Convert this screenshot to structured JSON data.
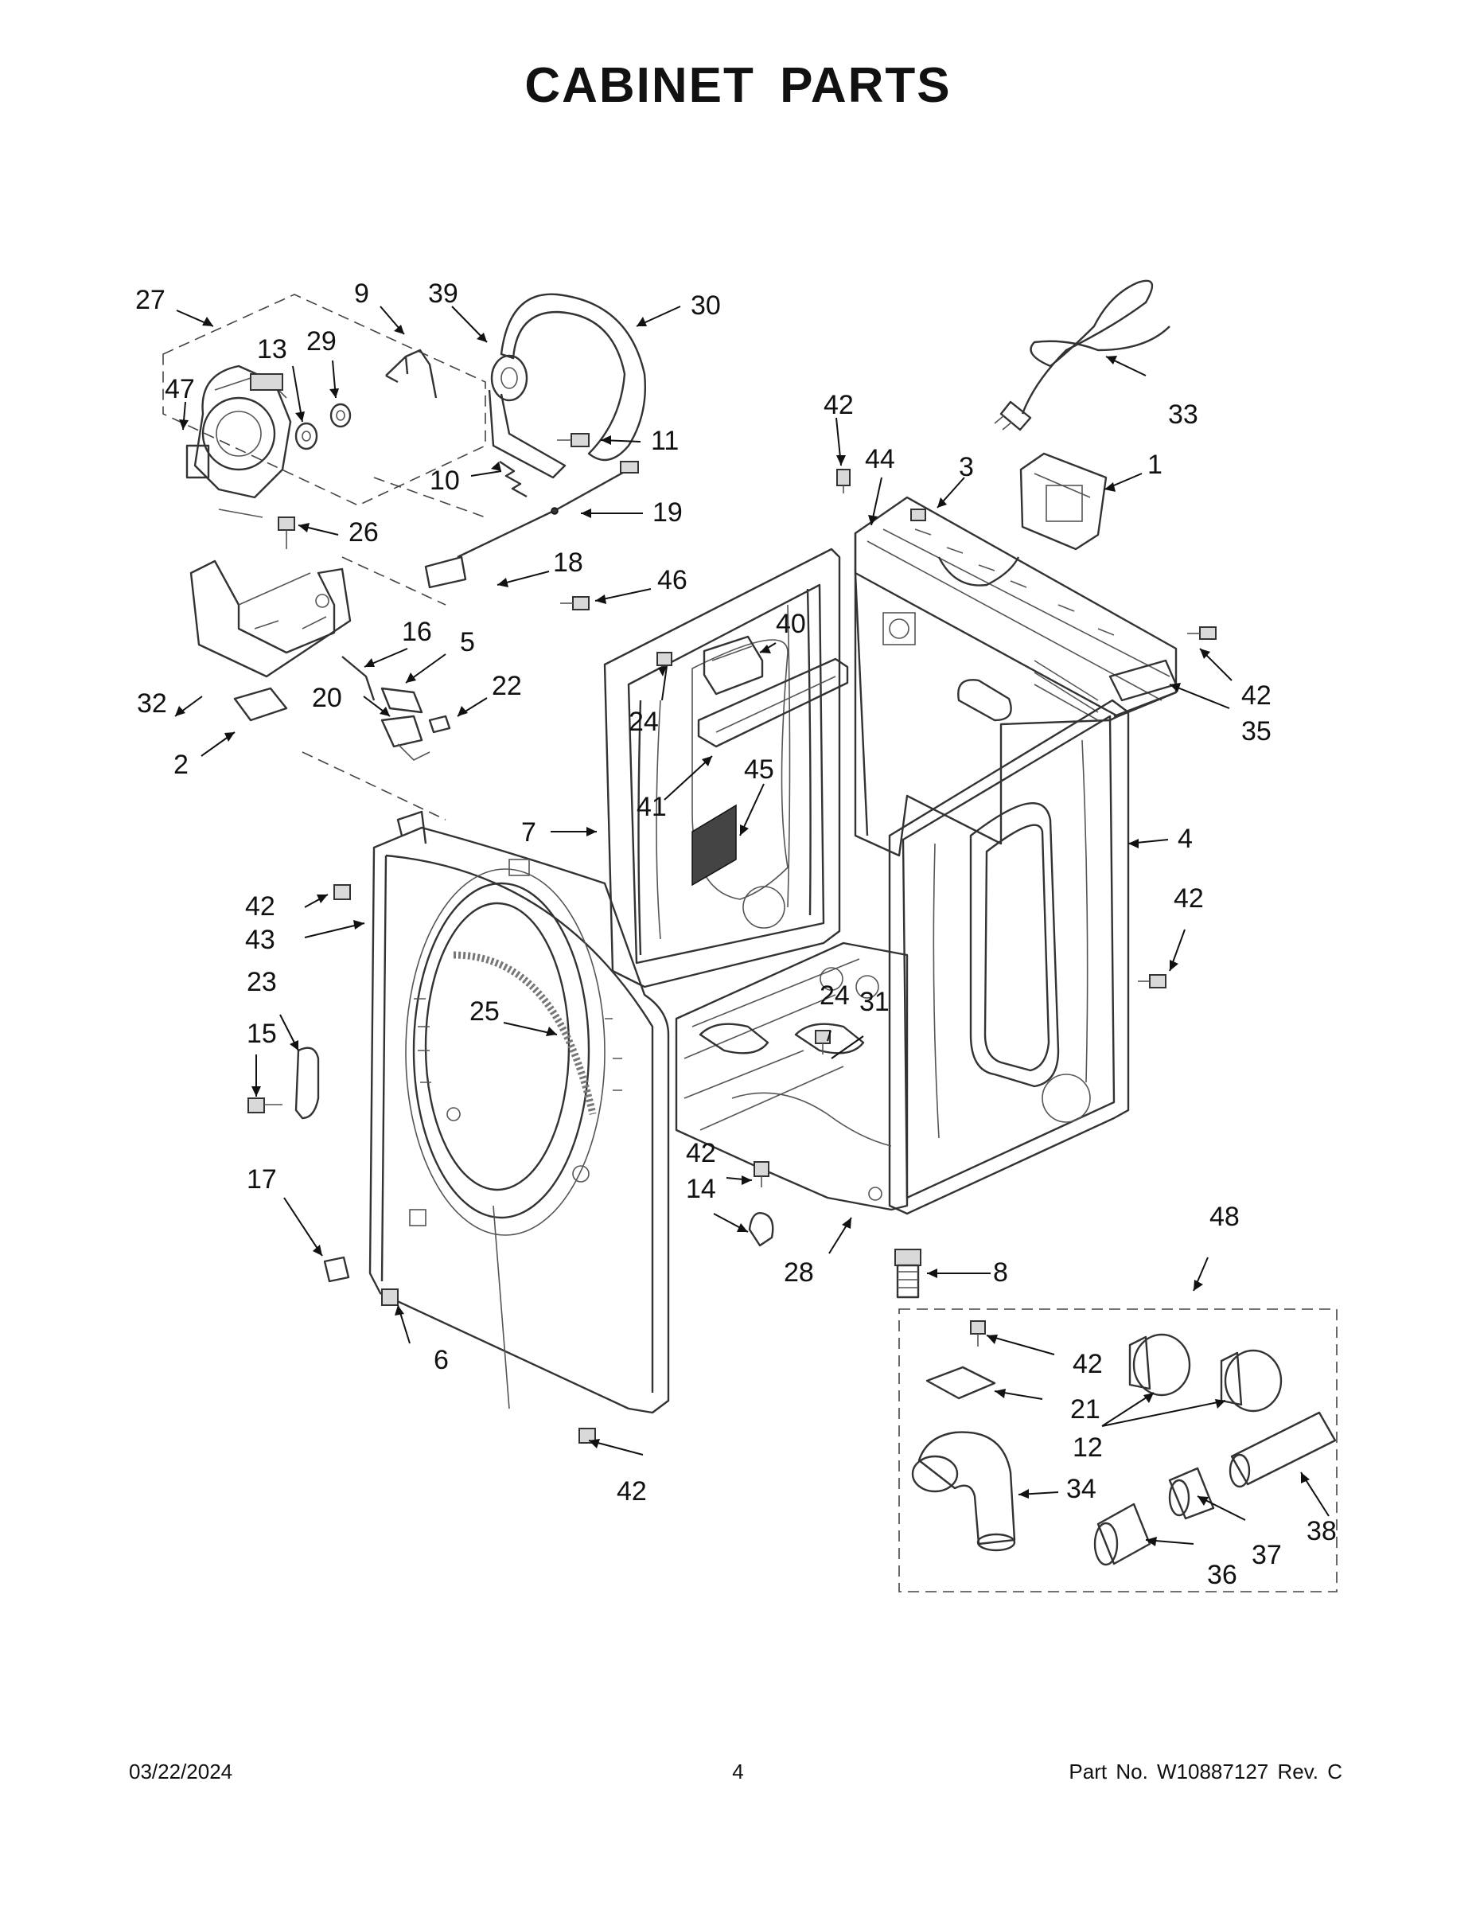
{
  "page_title": "CABINET PARTS",
  "footer": {
    "date": "03/22/2024",
    "page_number": "4",
    "part_number": "Part No.  W10887127  Rev.  C"
  },
  "callouts": {
    "c27": "27",
    "c9": "9",
    "c39": "39",
    "c30": "30",
    "c13": "13",
    "c29": "29",
    "c47": "47",
    "c11": "11",
    "c10": "10",
    "c19": "19",
    "c26": "26",
    "c18": "18",
    "c46": "46",
    "c16": "16",
    "c5": "5",
    "c32": "32",
    "c20": "20",
    "c22": "22",
    "c2": "2",
    "c33": "33",
    "c42a": "42",
    "c44": "44",
    "c3": "3",
    "c1": "1",
    "c40": "40",
    "c24a": "24",
    "c42b": "42",
    "c35": "35",
    "c45": "45",
    "c41": "41",
    "c7": "7",
    "c4": "4",
    "c42c": "42",
    "c43": "43",
    "c42d": "42",
    "c23": "23",
    "c25": "25",
    "c24b": "24",
    "c31": "31",
    "c15": "15",
    "c42e": "42",
    "c14": "14",
    "c17": "17",
    "c28": "28",
    "c8": "8",
    "c48": "48",
    "c6": "6",
    "c42f": "42",
    "c21": "21",
    "c12": "12",
    "c34": "34",
    "c42g": "42",
    "c38": "38",
    "c37": "37",
    "c36": "36"
  }
}
